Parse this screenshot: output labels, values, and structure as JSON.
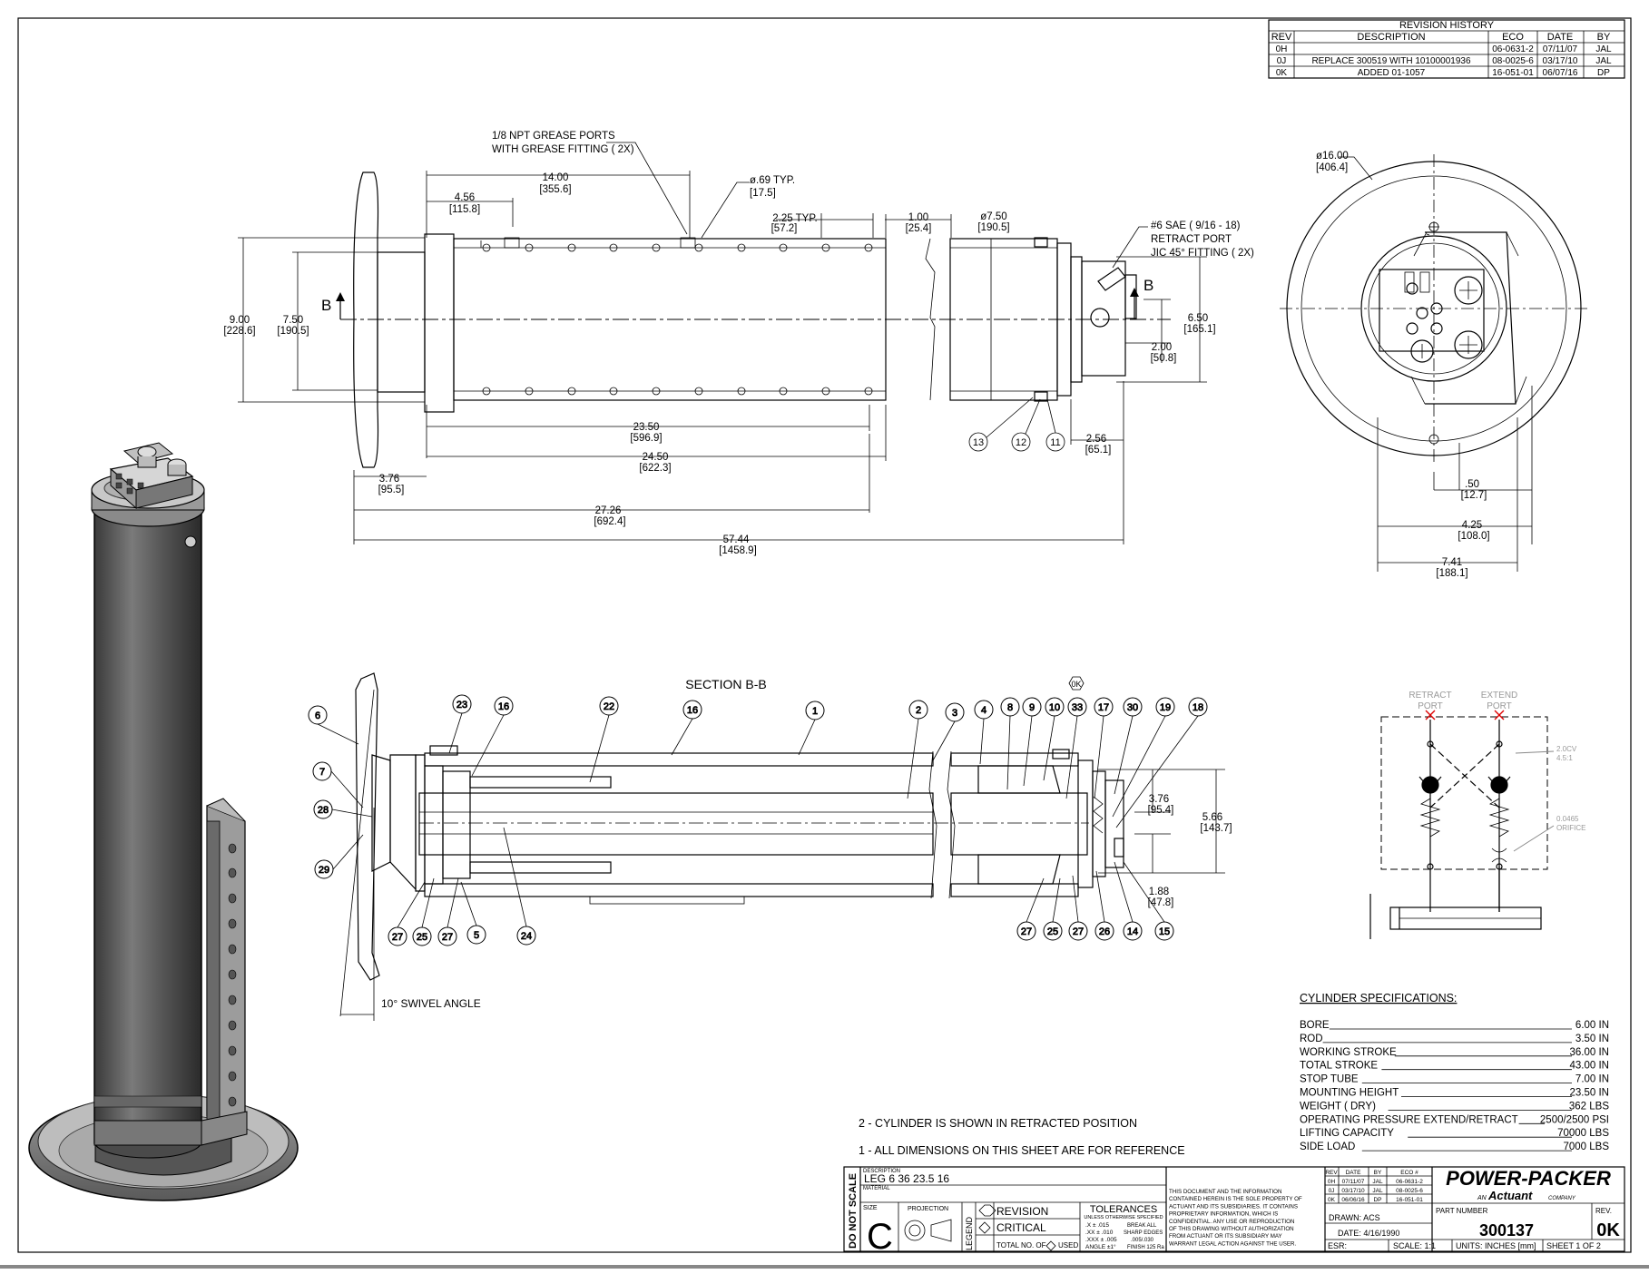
{
  "revision_history": {
    "title": "REVISION HISTORY",
    "headers": [
      "REV",
      "DESCRIPTION",
      "ECO",
      "DATE",
      "BY"
    ],
    "rows": [
      [
        "0H",
        "",
        "06-0631-2",
        "07/11/07",
        "JAL"
      ],
      [
        "0J",
        "REPLACE 300519 WITH 10100001936",
        "08-0025-6",
        "03/17/10",
        "JAL"
      ],
      [
        "0K",
        "ADDED 01-1057",
        "16-051-01",
        "06/07/16",
        "DP"
      ]
    ]
  },
  "top_view": {
    "grease_note": [
      "1/8 NPT GREASE PORTS",
      "WITH GREASE FITTING ( 2X)"
    ],
    "dims": [
      {
        "key": "d14",
        "a": "14.00",
        "b": "[355.6]"
      },
      {
        "key": "d456",
        "a": "4.56",
        "b": "[115.8]"
      },
      {
        "key": "d069",
        "a": "ø.69 TYP.",
        "b": "[17.5]"
      },
      {
        "key": "d225",
        "a": "2.25 TYP.",
        "b": "[57.2]"
      },
      {
        "key": "d100",
        "a": "1.00",
        "b": "[25.4]"
      },
      {
        "key": "d750dia",
        "a": "ø7.50",
        "b": "[190.5]"
      },
      {
        "key": "d900",
        "a": "9.00",
        "b": "[228.6]"
      },
      {
        "key": "d750",
        "a": "7.50",
        "b": "[190.5]"
      },
      {
        "key": "d650",
        "a": "6.50",
        "b": "[165.1]"
      },
      {
        "key": "d200",
        "a": "2.00",
        "b": "[50.8]"
      },
      {
        "key": "d2350",
        "a": "23.50",
        "b": "[596.9]"
      },
      {
        "key": "d2450",
        "a": "24.50",
        "b": "[622.3]"
      },
      {
        "key": "d376",
        "a": "3.76",
        "b": "[95.5]"
      },
      {
        "key": "d2726",
        "a": "27.26",
        "b": "[692.4]"
      },
      {
        "key": "d5744",
        "a": "57.44",
        "b": "[1458.9]"
      },
      {
        "key": "d256",
        "a": "2.56",
        "b": "[65.1]"
      }
    ],
    "sae_note": [
      "#6 SAE ( 9/16 - 18)",
      "RETRACT PORT",
      "JIC 45° FITTING ( 2X)"
    ],
    "section_letter": "B",
    "balloons": [
      "13",
      "12",
      "11"
    ]
  },
  "end_view": {
    "dims": [
      {
        "key": "d1600",
        "a": "ø16.00",
        "b": "[406.4]"
      },
      {
        "key": "d050",
        "a": ".50",
        "b": "[12.7]"
      },
      {
        "key": "d425",
        "a": "4.25",
        "b": "[108.0]"
      },
      {
        "key": "d741",
        "a": "7.41",
        "b": "[188.1]"
      }
    ]
  },
  "section_view": {
    "title": "SECTION B-B",
    "swivel_note": "10° SWIVEL ANGLE",
    "revision_flag": "0K",
    "balloons_top": [
      "6",
      "23",
      "16",
      "22",
      "16",
      "1",
      "2",
      "3",
      "4",
      "8",
      "9",
      "10",
      "33",
      "17",
      "30",
      "19",
      "18"
    ],
    "balloons_left": [
      "7",
      "28",
      "29"
    ],
    "balloons_bottom": [
      "27",
      "25",
      "27",
      "5",
      "24",
      "27",
      "25",
      "27",
      "26",
      "14",
      "15"
    ],
    "dims": [
      {
        "key": "s376",
        "a": "3.76",
        "b": "[95.4]"
      },
      {
        "key": "s566",
        "a": "5.66",
        "b": "[143.7]"
      },
      {
        "key": "s188",
        "a": "1.88",
        "b": "[47.8]"
      }
    ]
  },
  "schematic": {
    "port_left": [
      "RETRACT",
      "PORT"
    ],
    "port_right": [
      "EXTEND",
      "PORT"
    ],
    "note1": [
      "2.0CV",
      "4.5:1"
    ],
    "note2": [
      "0.0465",
      "ORIFICE"
    ]
  },
  "specs": {
    "title": "CYLINDER SPECIFICATIONS:",
    "items": [
      {
        "label": "BORE",
        "value": "6.00 IN"
      },
      {
        "label": "ROD",
        "value": "3.50 IN"
      },
      {
        "label": "WORKING STROKE",
        "value": "36.00 IN"
      },
      {
        "label": "TOTAL STROKE",
        "value": "43.00 IN"
      },
      {
        "label": "STOP TUBE",
        "value": "7.00 IN"
      },
      {
        "label": "MOUNTING HEIGHT",
        "value": "23.50 IN"
      },
      {
        "label": "WEIGHT ( DRY)",
        "value": "362 LBS"
      },
      {
        "label": "OPERATING PRESSURE EXTEND/RETRACT",
        "value": "2500/2500 PSI"
      },
      {
        "label": "LIFTING CAPACITY",
        "value": "70000 LBS"
      },
      {
        "label": "SIDE LOAD",
        "value": "7000 LBS"
      }
    ]
  },
  "notes": [
    "2 - CYLINDER IS SHOWN IN RETRACTED POSITION",
    "1 - ALL DIMENSIONS ON THIS SHEET ARE FOR REFERENCE"
  ],
  "title_block": {
    "do_not_scale": "DO NOT SCALE",
    "description_label": "DESCRIPTION",
    "description": "LEG 6 36 23.5 16",
    "material_label": "MATERIAL",
    "size_label": "SIZE",
    "size": "C",
    "projection_label": "PROJECTION",
    "legend_label": "LEGEND",
    "revision_label": "REVISION",
    "critical_label": "CRITICAL",
    "total_no": "TOTAL NO. OF",
    "used": "USED",
    "tolerances_title": "TOLERANCES",
    "tolerances_sub": "UNLESS OTHERWISE SPECIFIED",
    "tol_lines": [
      ".X ± .015",
      ".XX ± .010",
      ".XXX ± .005",
      "ANGLE ±1°"
    ],
    "tol_right": [
      "BREAK ALL",
      "SHARP EDGES",
      ".005/.030",
      "FINISH 125 Ra"
    ],
    "confidential": [
      "THIS DOCUMENT AND THE INFORMATION",
      "CONTAINED HEREIN IS THE SOLE PROPERTY OF",
      "ACTUANT AND ITS SUBSIDIARIES. IT CONTAINS",
      "PROPRIETARY INFORMATION, WHICH IS",
      "CONFIDENTIAL. ANY USE OR REPRODUCTION",
      "OF THIS DRAWING WITHOUT AUTHORIZATION",
      "FROM ACTUANT OR ITS SUBSIDIARY MAY",
      "WARRANT LEGAL ACTION AGAINST THE USER."
    ],
    "rev_headers": [
      "REV",
      "DATE",
      "BY",
      "ECO #"
    ],
    "rev_rows": [
      [
        "0H",
        "07/11/07",
        "JAL",
        "06-0631-2"
      ],
      [
        "0J",
        "03/17/10",
        "JAL",
        "08-0025-6"
      ],
      [
        "0K",
        "06/06/16",
        "DP",
        "16-051-01"
      ]
    ],
    "drawn": "DRAWN: ACS",
    "date": "DATE: 4/16/1990",
    "company": "POWER-PACKER",
    "company_sub_an": "AN",
    "company_sub_name": "Actuant",
    "company_sub_co": "COMPANY",
    "part_number_label": "PART NUMBER",
    "part_number": "300137",
    "rev_label": "REV.",
    "rev": "0K",
    "esr": "ESR:",
    "scale": "SCALE: 1:1",
    "units": "UNITS: INCHES [mm]",
    "sheet": "SHEET 1 OF 2"
  }
}
